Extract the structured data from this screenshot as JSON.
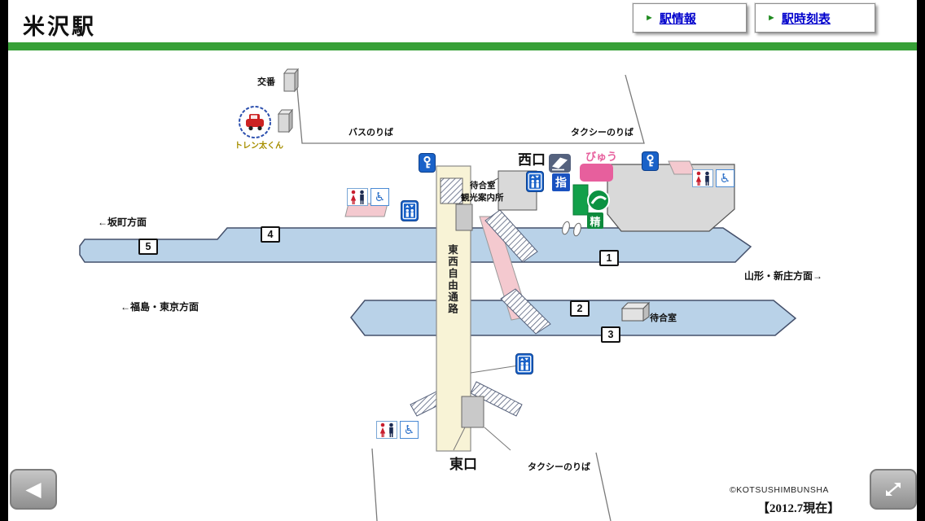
{
  "header": {
    "station_title": "米沢駅",
    "nav": [
      {
        "label": "駅情報"
      },
      {
        "label": "駅時刻表"
      }
    ]
  },
  "map": {
    "west": {
      "koban_label": "交番",
      "torenta_label": "トレン太くん",
      "bus_stop_label": "バスのりば",
      "taxi_stand_label": "タクシーのりば",
      "west_exit_label": "西口",
      "waiting_room_label": "待合室",
      "tourist_info_label": "観光案内所",
      "view_plaza_label": "びゅう",
      "reserved_seat_badge": "指",
      "fare_adjustment_badge": "精"
    },
    "directions": {
      "sakamachi": "←坂町方面",
      "fukushima_tokyo": "←福島・東京方面",
      "yamagata_shinjo": "山形・新庄方面→"
    },
    "passage_label": "東西自由通路",
    "platform_numbers": {
      "p1": "1",
      "p2": "2",
      "p3": "3",
      "p4": "4",
      "p5": "5"
    },
    "east": {
      "east_exit_label": "東口",
      "taxi_stand_label": "タクシーのりば",
      "waiting_room_label": "待合室"
    },
    "footer": {
      "copyright": "©KOTSUSHIMBUNSHA",
      "as_of": "【2012.7現在】"
    }
  },
  "icons": {
    "wheelchair": "♿",
    "back": "◀",
    "nav_bullet": "►"
  },
  "colors": {
    "header_green": "#37a037",
    "platform_blue": "#b9d2e8",
    "corridor_yellow": "#f8f3d6",
    "link_blue": "#0000cc",
    "icon_blue": "#1a62c8",
    "midori_green": "#0c9242",
    "view_pink": "#e75f9d"
  }
}
